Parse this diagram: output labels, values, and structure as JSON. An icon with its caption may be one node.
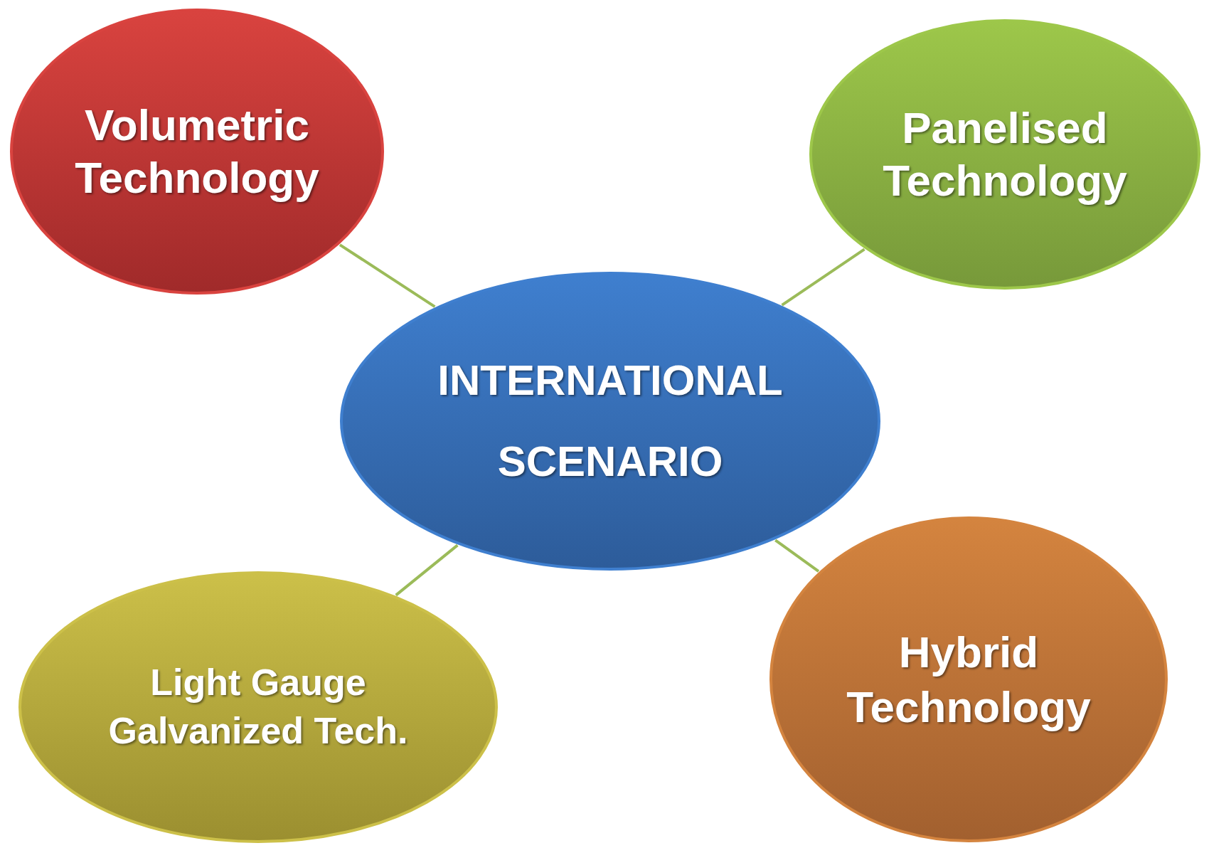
{
  "diagram": {
    "nodes": [
      {
        "text": [
          "Volumetric Technology"
        ]
      },
      {
        "text": [
          "Panelised Technology"
        ]
      },
      {
        "text": [
          "INTERNATIONAL SCENARIO"
        ]
      },
      {
        "text": [
          "Light Gauge Galvanized Tech."
        ]
      },
      {
        "text": [
          "Hybrid Technology"
        ]
      }
    ],
    "edges": [
      {
        "from": 2,
        "to": 0,
        "arrow": "none"
      },
      {
        "from": 2,
        "to": 1,
        "arrow": "none"
      },
      {
        "from": 2,
        "to": 3,
        "arrow": "none"
      },
      {
        "from": 2,
        "to": 4,
        "arrow": "none"
      }
    ]
  }
}
